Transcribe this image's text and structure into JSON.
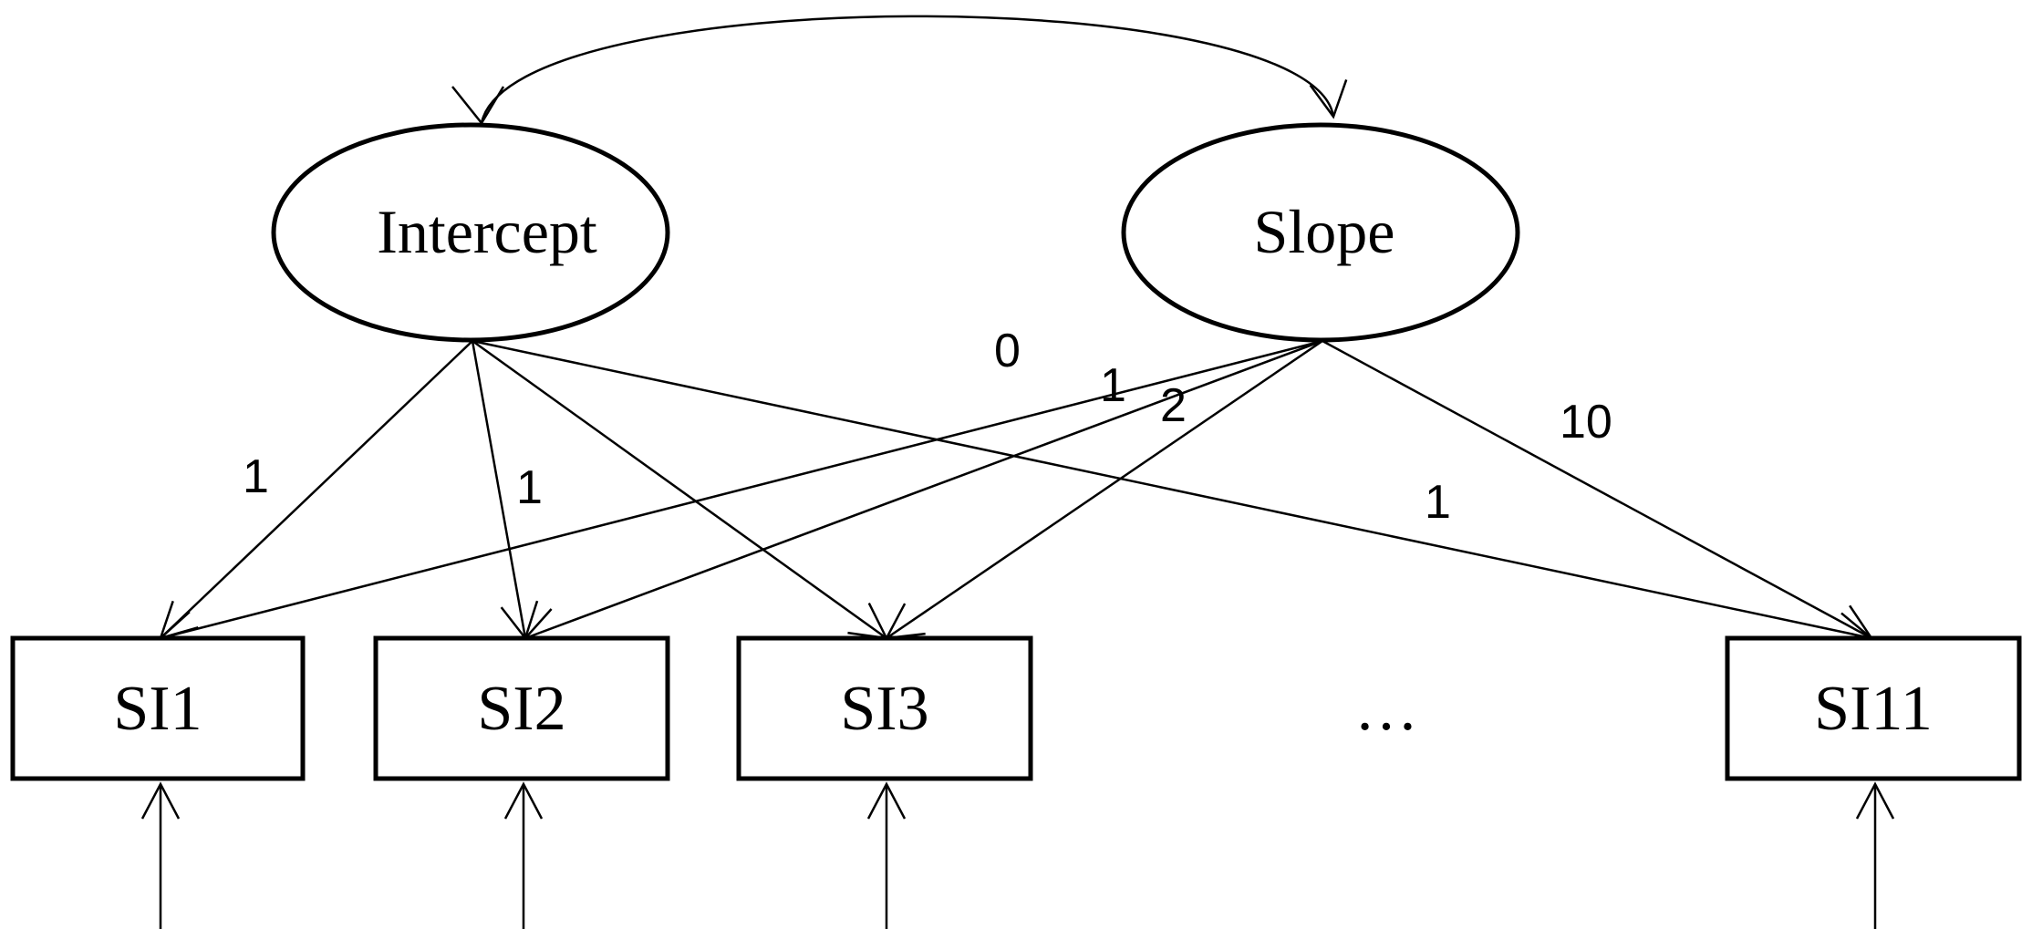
{
  "latent_factors": {
    "intercept": "Intercept",
    "slope": "Slope"
  },
  "indicators": [
    "SI1",
    "SI2",
    "SI3",
    "SI11"
  ],
  "ellipsis": "…",
  "loadings": {
    "intercept": [
      "1",
      "1",
      "1"
    ],
    "slope": [
      "0",
      "1",
      "2",
      "10"
    ]
  }
}
